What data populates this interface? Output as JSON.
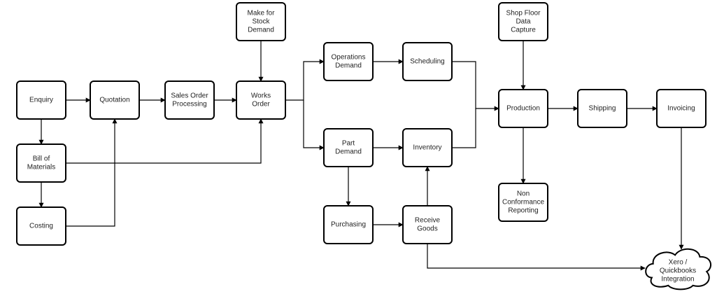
{
  "nodes": [
    {
      "id": "enquiry",
      "lines": [
        "Enquiry"
      ]
    },
    {
      "id": "bill-of-materials",
      "lines": [
        "Bill of",
        "Materials"
      ]
    },
    {
      "id": "costing",
      "lines": [
        "Costing"
      ]
    },
    {
      "id": "quotation",
      "lines": [
        "Quotation"
      ]
    },
    {
      "id": "sales-order-processing",
      "lines": [
        "Sales Order",
        "Processing"
      ]
    },
    {
      "id": "make-for-stock-demand",
      "lines": [
        "Make for",
        "Stock",
        "Demand"
      ]
    },
    {
      "id": "works-order",
      "lines": [
        "Works",
        "Order"
      ]
    },
    {
      "id": "operations-demand",
      "lines": [
        "Operations",
        "Demand"
      ]
    },
    {
      "id": "part-demand",
      "lines": [
        "Part",
        "Demand"
      ]
    },
    {
      "id": "scheduling",
      "lines": [
        "Scheduling"
      ]
    },
    {
      "id": "inventory",
      "lines": [
        "Inventory"
      ]
    },
    {
      "id": "purchasing",
      "lines": [
        "Purchasing"
      ]
    },
    {
      "id": "receive-goods",
      "lines": [
        "Receive",
        "Goods"
      ]
    },
    {
      "id": "shop-floor-data-capture",
      "lines": [
        "Shop Floor",
        "Data",
        "Capture"
      ]
    },
    {
      "id": "production",
      "lines": [
        "Production"
      ]
    },
    {
      "id": "non-conformance-reporting",
      "lines": [
        "Non",
        "Conformance",
        "Reporting"
      ]
    },
    {
      "id": "shipping",
      "lines": [
        "Shipping"
      ]
    },
    {
      "id": "invoicing",
      "lines": [
        "Invoicing"
      ]
    },
    {
      "id": "xero-quickbooks-integration",
      "lines": [
        "Xero /",
        "Quickbooks",
        "Integration"
      ]
    }
  ],
  "edges": [
    {
      "from": "enquiry",
      "to": "quotation"
    },
    {
      "from": "enquiry",
      "to": "bill-of-materials"
    },
    {
      "from": "bill-of-materials",
      "to": "costing"
    },
    {
      "from": "bill-of-materials",
      "to": "works-order"
    },
    {
      "from": "costing",
      "to": "quotation"
    },
    {
      "from": "quotation",
      "to": "sales-order-processing"
    },
    {
      "from": "sales-order-processing",
      "to": "works-order"
    },
    {
      "from": "make-for-stock-demand",
      "to": "works-order"
    },
    {
      "from": "works-order",
      "to": "operations-demand"
    },
    {
      "from": "works-order",
      "to": "part-demand"
    },
    {
      "from": "operations-demand",
      "to": "scheduling"
    },
    {
      "from": "part-demand",
      "to": "inventory"
    },
    {
      "from": "part-demand",
      "to": "purchasing"
    },
    {
      "from": "purchasing",
      "to": "receive-goods"
    },
    {
      "from": "receive-goods",
      "to": "inventory"
    },
    {
      "from": "receive-goods",
      "to": "xero-quickbooks-integration"
    },
    {
      "from": "scheduling",
      "to": "production"
    },
    {
      "from": "inventory",
      "to": "production"
    },
    {
      "from": "shop-floor-data-capture",
      "to": "production"
    },
    {
      "from": "production",
      "to": "shipping"
    },
    {
      "from": "production",
      "to": "non-conformance-reporting"
    },
    {
      "from": "shipping",
      "to": "invoicing"
    },
    {
      "from": "invoicing",
      "to": "xero-quickbooks-integration"
    }
  ]
}
